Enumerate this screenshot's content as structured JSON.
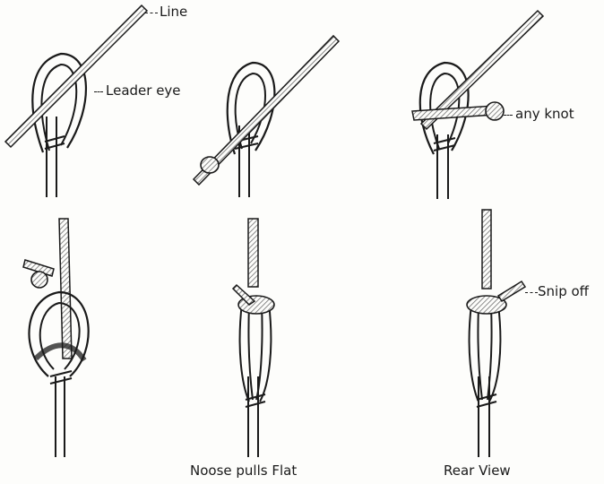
{
  "labels": {
    "line": "Line",
    "leader_eye": "Leader eye",
    "any_knot": "any knot",
    "snip_off": "Snip off",
    "noose_caption": "Noose pulls Flat",
    "rear_caption": "Rear View"
  },
  "colors": {
    "ink": "#1a1a1a",
    "hatch": "#8a8a8a",
    "paper": "#fdfdfb"
  }
}
